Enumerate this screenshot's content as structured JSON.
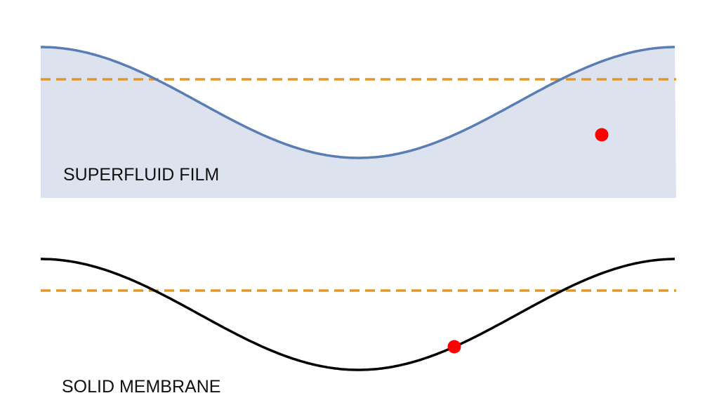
{
  "panels": [
    {
      "label": "SUPERFLUID FILM",
      "curve_color": "#5b7db5",
      "fill_color": "#dde3ee",
      "dashed_color": "#e0982a",
      "dot_color": "#ff0000"
    },
    {
      "label": "SOLID MEMBRANE",
      "curve_color": "#000000",
      "fill_color": "none",
      "dashed_color": "#e0982a",
      "dot_color": "#ff0000"
    }
  ]
}
